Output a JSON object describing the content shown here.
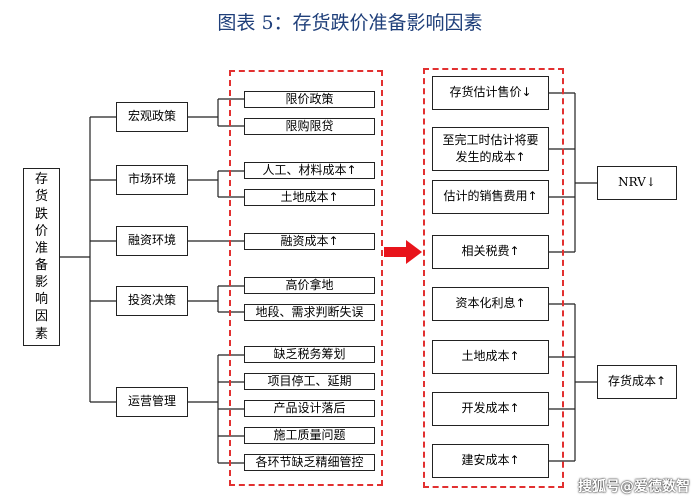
{
  "title": "图表 5：存货跌价准备影响因素",
  "root": "存货跌价准备影响因素",
  "categories": [
    {
      "label": "宏观政策",
      "factors": [
        "限价政策",
        "限购限贷"
      ]
    },
    {
      "label": "市场环境",
      "factors": [
        "人工、材料成本↑",
        "土地成本↑"
      ]
    },
    {
      "label": "融资环境",
      "factors": [
        "融资成本↑"
      ]
    },
    {
      "label": "投资决策",
      "factors": [
        "高价拿地",
        "地段、需求判断失误"
      ]
    },
    {
      "label": "运营管理",
      "factors": [
        "缺乏税务筹划",
        "项目停工、延期",
        "产品设计落后",
        "施工质量问题",
        "各环节缺乏精细管控"
      ]
    }
  ],
  "nrv_items": [
    "存货估计售价↓",
    "至完工时估计将要发生的成本↑",
    "估计的销售费用↑",
    "相关税费↑"
  ],
  "cost_items": [
    "资本化利息↑",
    "土地成本↑",
    "开发成本↑",
    "建安成本↑"
  ],
  "results": {
    "nrv": "NRV↓",
    "inventory_cost": "存货成本↑"
  },
  "watermark": "搜狐号@爱德数智",
  "colors": {
    "arrow": "#e8141b",
    "dashed_border": "#e23030",
    "title": "#1f3f7a"
  }
}
